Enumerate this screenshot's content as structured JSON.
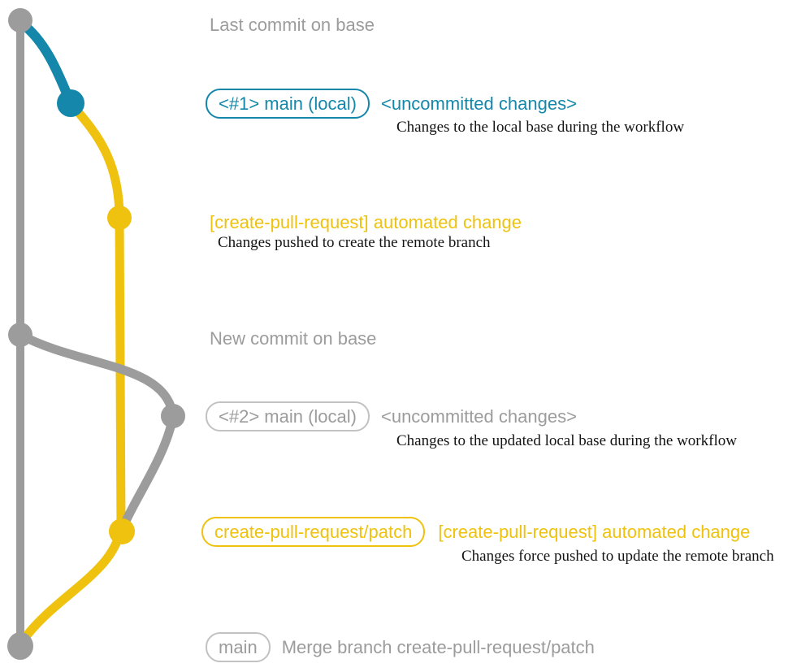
{
  "colors": {
    "gray": "#9c9c9c",
    "blue": "#1487aa",
    "yellow": "#eec20e",
    "gray_border": "#c2c2c2",
    "subtitle_text": "#141414",
    "background": "#ffffff"
  },
  "rows": [
    {
      "title": "Last commit on base"
    },
    {
      "box": "<#1> main (local)",
      "title": "<uncommitted changes>",
      "subtitle": "Changes to the local base during the workflow"
    },
    {
      "title": "[create-pull-request] automated change",
      "subtitle": "Changes pushed to create the remote branch"
    },
    {
      "title": "New commit on base"
    },
    {
      "box": "<#2> main (local)",
      "title": "<uncommitted changes>",
      "subtitle": "Changes to the updated local base during the workflow"
    },
    {
      "box": "create-pull-request/patch",
      "title": "[create-pull-request] automated change",
      "subtitle": "Changes force pushed to update the remote branch"
    },
    {
      "box": "main",
      "title": "Merge branch create-pull-request/patch"
    }
  ]
}
